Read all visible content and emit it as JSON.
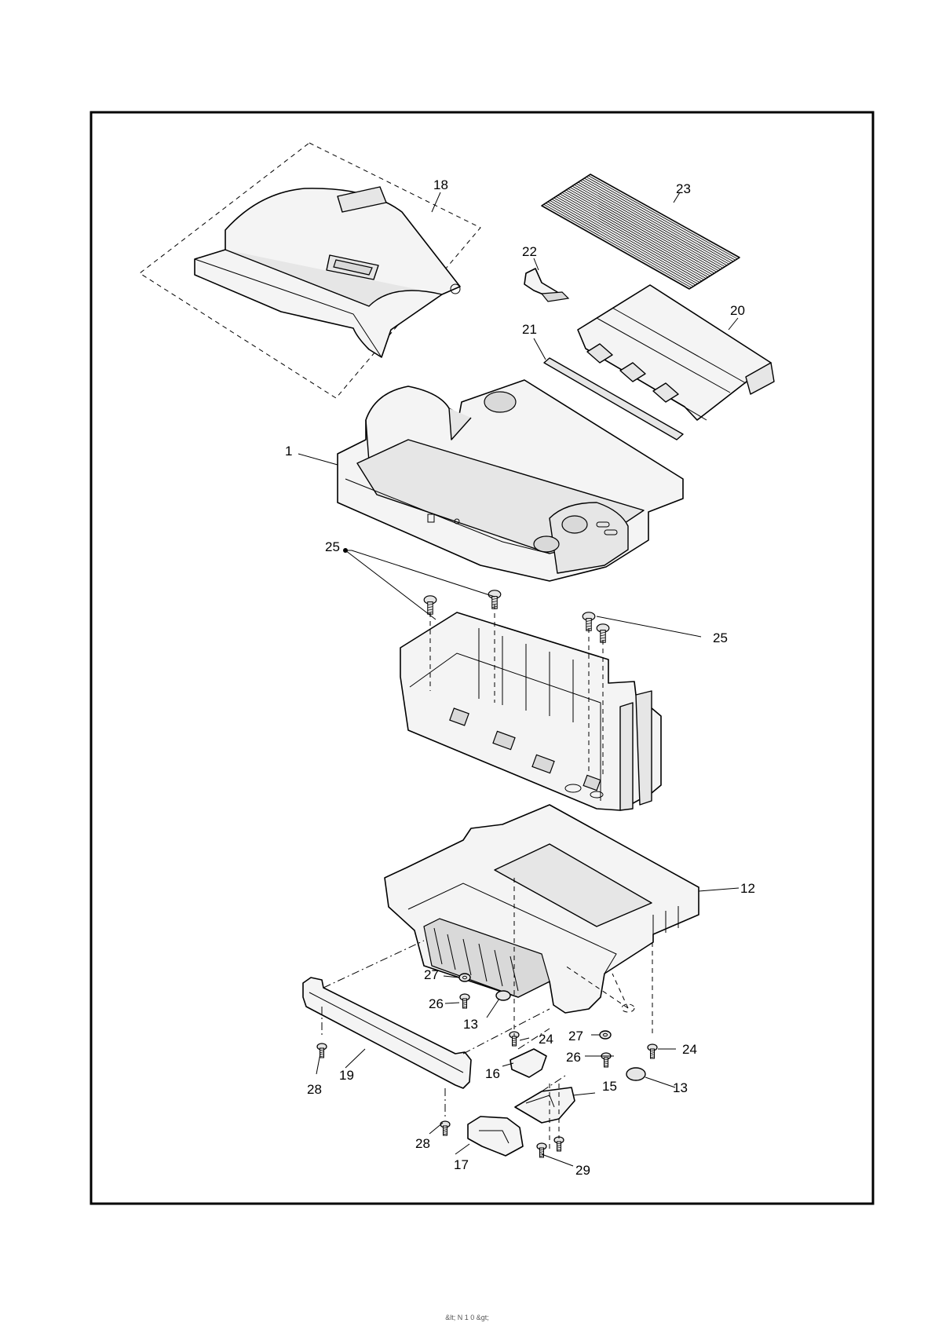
{
  "labels": {
    "p18": "18",
    "p23": "23",
    "p22": "22",
    "p20": "20",
    "p21": "21",
    "p1": "1",
    "p25a": "25",
    "p25b": "25",
    "p12": "12",
    "p27a": "27",
    "p26a": "26",
    "p13a": "13",
    "p24a": "24",
    "p27b": "27",
    "p24b": "24",
    "p26b": "26",
    "p28a": "28",
    "p19": "19",
    "p16": "16",
    "p15": "15",
    "p13b": "13",
    "p28b": "28",
    "p17": "17",
    "p29": "29"
  },
  "footer": "&lt; N 1 0 &gt;"
}
